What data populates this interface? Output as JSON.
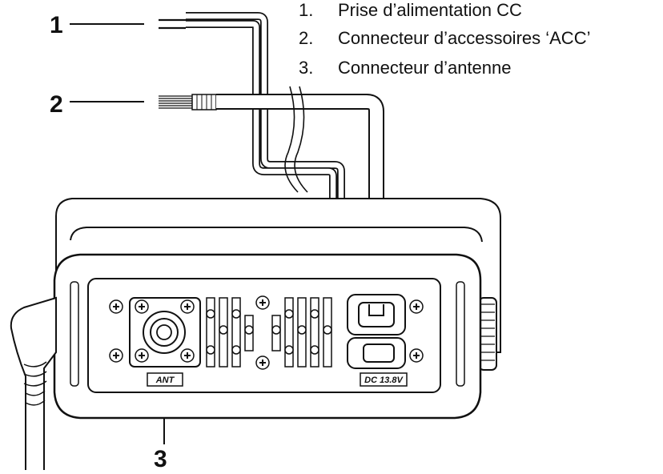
{
  "legend": {
    "items": [
      {
        "num": "1.",
        "text": "Prise d’alimentation CC"
      },
      {
        "num": "2.",
        "text": "Connecteur d’accessoires ‘ACC’"
      },
      {
        "num": "3.",
        "text": "Connecteur d’antenne"
      }
    ]
  },
  "callouts": {
    "c1": "1",
    "c2": "2",
    "c3": "3"
  },
  "panel": {
    "ant_label": "ANT",
    "dc_label": "DC 13.8V"
  },
  "colors": {
    "line": "#111111",
    "background": "#ffffff"
  }
}
